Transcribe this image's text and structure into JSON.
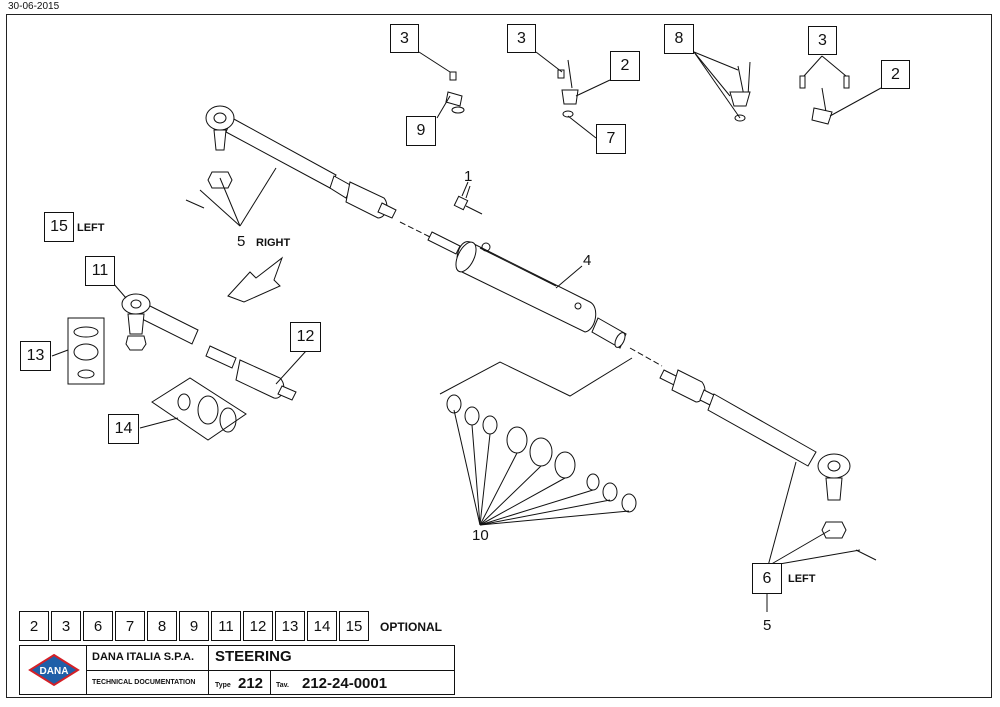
{
  "header": {
    "date": "30-06-2015"
  },
  "callouts": {
    "c_3a": "3",
    "c_9": "9",
    "c_3b": "3",
    "c_2a": "2",
    "c_7": "7",
    "c_8": "8",
    "c_3c": "3",
    "c_2b": "2",
    "c_1": "1",
    "c_4": "4",
    "c_5_right": "5",
    "c_15": "15",
    "c_11": "11",
    "c_13": "13",
    "c_12": "12",
    "c_14": "14",
    "c_10": "10",
    "c_6": "6",
    "c_5_left": "5"
  },
  "side_labels": {
    "right": "RIGHT",
    "left_15": "LEFT",
    "left_6": "LEFT"
  },
  "optional_parts": [
    "2",
    "3",
    "6",
    "7",
    "8",
    "9",
    "11",
    "12",
    "13",
    "14",
    "15"
  ],
  "optional_label": "OPTIONAL",
  "title_block": {
    "logo_text": "DANA",
    "company": "DANA ITALIA S.P.A.",
    "subject": "STEERING",
    "tech_doc": "TECHNICAL DOCUMENTATION",
    "type_label": "Type",
    "type_value": "212",
    "tav_label": "Tav.",
    "tav_value": "212-24-0001"
  },
  "colors": {
    "line": "#111111",
    "logo_blue": "#1f5fa8",
    "logo_red": "#d42027"
  }
}
